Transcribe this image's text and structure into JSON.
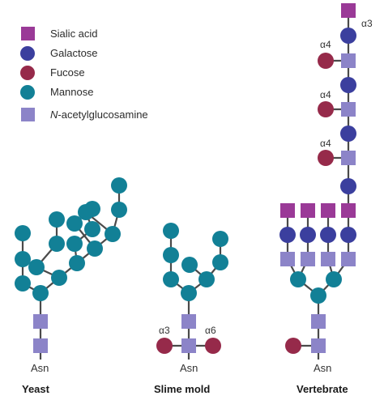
{
  "colors": {
    "sialic_acid": "#9a3a97",
    "galactose": "#3b3f9e",
    "fucose": "#962a4a",
    "mannose": "#128096",
    "glcnac": "#8c84c8",
    "bond": "#4a4a4a"
  },
  "legend": {
    "sialic_acid": "Sialic acid",
    "galactose": "Galactose",
    "fucose": "Fucose",
    "mannose": "Mannose",
    "glcnac_prefix": "N",
    "glcnac_rest": "-acetylglucosamine"
  },
  "yeast": {
    "caption": "Yeast",
    "asn": "Asn"
  },
  "slime_mold": {
    "caption": "Slime mold",
    "asn": "Asn",
    "link_left": "α3",
    "link_right": "α6"
  },
  "vertebrate": {
    "caption": "Vertebrate",
    "asn": "Asn",
    "link_top": "α3",
    "link_1": "α4",
    "link_2": "α4",
    "link_3": "α4"
  }
}
